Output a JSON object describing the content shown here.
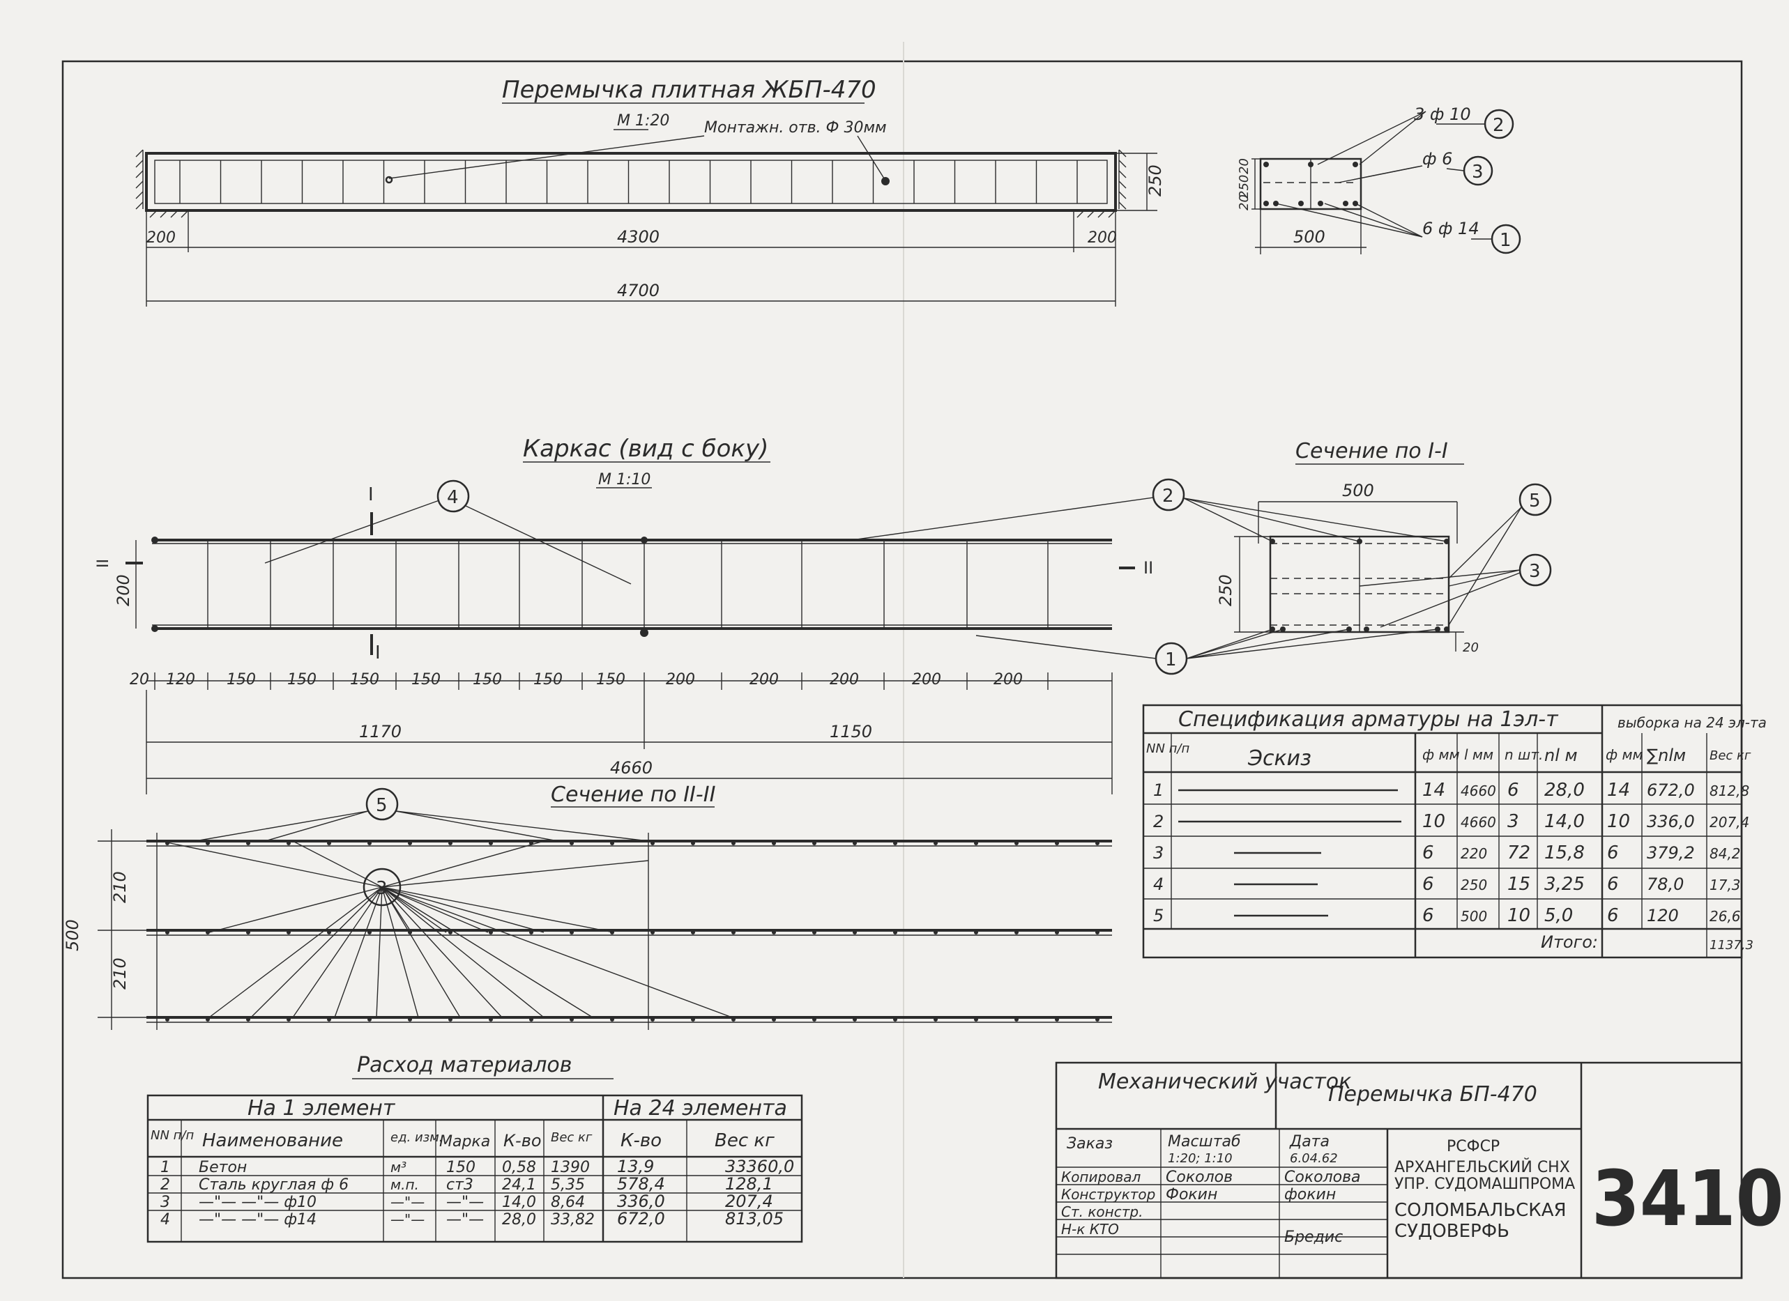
{
  "beam": {
    "title": "Перемычка плитная ЖБП-470",
    "scale": "М 1:20",
    "note": "Монтажн. отв. Ф 30мм",
    "dims": {
      "h": "250",
      "left": "200",
      "right": "200",
      "clear": "4300",
      "total": "4700"
    }
  },
  "section_top": {
    "labels": {
      "r10": "3 ф 10",
      "r6": "ф 6",
      "r14": "6 ф 14"
    },
    "callouts": {
      "c1": "1",
      "c2": "2",
      "c3": "3"
    },
    "dims": {
      "h250": "250",
      "h20a": "20",
      "h20b": "20",
      "w500": "500"
    }
  },
  "frame": {
    "title": "Каркас (вид с боку)",
    "scale": "М 1:10",
    "mark_I": "I",
    "mark_II": "II",
    "h200": "200",
    "callouts": {
      "c4": "4",
      "c2": "2",
      "c1": "1"
    },
    "spacings": [
      "20",
      "120",
      "150",
      "150",
      "150",
      "150",
      "150",
      "150",
      "150",
      "200",
      "200",
      "200",
      "200",
      "200"
    ],
    "len_left": "1170",
    "len_right": "1150",
    "len_total": "4660"
  },
  "section_I": {
    "title": "Сечение по I-I",
    "w500": "500",
    "h250": "250",
    "d20": "20",
    "callouts": {
      "c2": "2",
      "c5": "5",
      "c3": "3",
      "c1": "1"
    }
  },
  "section_II": {
    "title": "Сечение по II-II",
    "w500": "500",
    "h210a": "210",
    "h210b": "210",
    "callouts": {
      "c5": "5",
      "c3": "3"
    }
  },
  "spec": {
    "title": "Спецификация арматуры на 1эл-т",
    "sample_title": "выборка на 24 эл-та",
    "headers": {
      "nn": "NN п/п",
      "sketch": "Эскиз",
      "d": "ф мм",
      "l": "l мм",
      "n": "n шт.",
      "nl": "nl м",
      "d2": "ф мм",
      "sum": "∑nlм",
      "w": "Вес кг"
    },
    "rows": [
      {
        "nn": "1",
        "d": "14",
        "l": "4660",
        "n": "6",
        "nl": "28,0",
        "d2": "14",
        "sum": "672,0",
        "w": "812,8"
      },
      {
        "nn": "2",
        "d": "10",
        "l": "4660",
        "n": "3",
        "nl": "14,0",
        "d2": "10",
        "sum": "336,0",
        "w": "207,4"
      },
      {
        "nn": "3",
        "d": "6",
        "l": "220",
        "n": "72",
        "nl": "15,8",
        "d2": "6",
        "sum": "379,2",
        "w": "84,2"
      },
      {
        "nn": "4",
        "d": "6",
        "l": "250",
        "n": "15",
        "nl": "3,25",
        "d2": "6",
        "sum": "78,0",
        "w": "17,3"
      },
      {
        "nn": "5",
        "d": "6",
        "l": "500",
        "n": "10",
        "nl": "5,0",
        "d2": "6",
        "sum": "120",
        "w": "26,6"
      }
    ],
    "total_label": "Итого:",
    "total_value": "1137,3"
  },
  "materials": {
    "title": "Расход материалов",
    "h_one": "На 1 элемент",
    "h_24": "На 24 элемента",
    "headers": {
      "nn": "NN п/п",
      "name": "Наименование",
      "unit": "ед. изм.",
      "mark": "Марка",
      "qty": "К-во",
      "w": "Вес кг",
      "qty24": "К-во",
      "w24": "Вес кг"
    },
    "rows": [
      {
        "nn": "1",
        "name": "Бетон",
        "unit": "м³",
        "mark": "150",
        "qty": "0,58",
        "w": "1390",
        "qty24": "13,9",
        "w24": "33360,0"
      },
      {
        "nn": "2",
        "name": "Сталь круглая ф 6",
        "unit": "м.п.",
        "mark": "ст3",
        "qty": "24,1",
        "w": "5,35",
        "qty24": "578,4",
        "w24": "128,1"
      },
      {
        "nn": "3",
        "name": "—\"—   —\"—   ф10",
        "unit": "—\"—",
        "mark": "—\"—",
        "qty": "14,0",
        "w": "8,64",
        "qty24": "336,0",
        "w24": "207,4"
      },
      {
        "nn": "4",
        "name": "—\"—   —\"—   ф14",
        "unit": "—\"—",
        "mark": "—\"—",
        "qty": "28,0",
        "w": "33,82",
        "qty24": "672,0",
        "w24": "813,05"
      }
    ]
  },
  "titleblock": {
    "dept": "Механический участок",
    "product": "Перемычка БП-470",
    "order": "Заказ",
    "scale_label": "Масштаб",
    "scale_value": "1:20; 1:10",
    "date_label": "Дата",
    "date_value": "6.04.62",
    "copied": "Копировал",
    "copied_by": "Соколов",
    "copied_by2": "Соколова",
    "designer": "Конструктор",
    "designer_by": "Фокин",
    "designer_by2": "фокин",
    "senior": "Ст. констр.",
    "nk": "Н-к КТО",
    "nk_by": "Бредис",
    "org": [
      "РСФСР",
      "АРХАНГЕЛЬСКИЙ СНХ",
      "УПР. СУДОМАШПРОМА",
      "СОЛОМБАЛЬСКАЯ",
      "СУДОВЕРФЬ"
    ],
    "number": "3410"
  },
  "colors": {
    "paper": "#f2f1ee",
    "ink": "#2b2b2b"
  }
}
